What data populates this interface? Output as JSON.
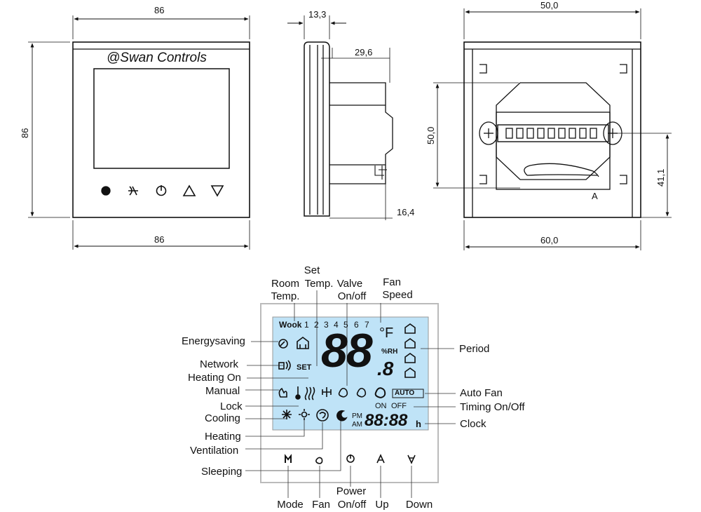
{
  "brand": "@Swan Controls",
  "dimensions": {
    "front_width_top": "86",
    "front_width_bottom": "86",
    "front_height": "86",
    "side_depth_front": "13,3",
    "side_depth_body": "29,6",
    "side_depth_bottom": "16,4",
    "back_width_top": "50,0",
    "back_width_bottom": "60,0",
    "back_height_left": "50,0",
    "back_height_right": "41,1",
    "back_marker": "A"
  },
  "lcd": {
    "week_label": "Wook",
    "days": [
      "1",
      "2",
      "3",
      "4",
      "5",
      "6",
      "7"
    ],
    "unit_temp": "°F",
    "unit_humidity": "%RH",
    "big_digits": "88",
    "decimal_digit": ".8",
    "set_label": "SET",
    "auto_label": "AUTO",
    "on_label": "ON",
    "off_label": "OFF",
    "pm_label": "PM",
    "am_label": "AM",
    "clock_digits": "88:88",
    "hour_unit": "h"
  },
  "labels": {
    "room_temp_1": "Room",
    "room_temp_2": "Temp.",
    "set_temp_1": "Set",
    "set_temp_2": "Temp.",
    "valve_1": "Valve",
    "valve_2": "On/off",
    "fan_speed_1": "Fan",
    "fan_speed_2": "Speed",
    "energysaving": "Energysaving",
    "network": "Network",
    "heating_on": "Heating On",
    "manual": "Manual",
    "lock": "Lock",
    "cooling": "Cooling",
    "heating": "Heating",
    "ventilation": "Ventilation",
    "sleeping": "Sleeping",
    "period": "Period",
    "auto_fan": "Auto Fan",
    "timing": "Timing On/Off",
    "clock": "Clock",
    "mode": "Mode",
    "fan": "Fan",
    "power_1": "Power",
    "power_2": "On/off",
    "up": "Up",
    "down": "Down"
  },
  "colors": {
    "lcd_background": "#bfe3f7",
    "line": "#111111"
  }
}
